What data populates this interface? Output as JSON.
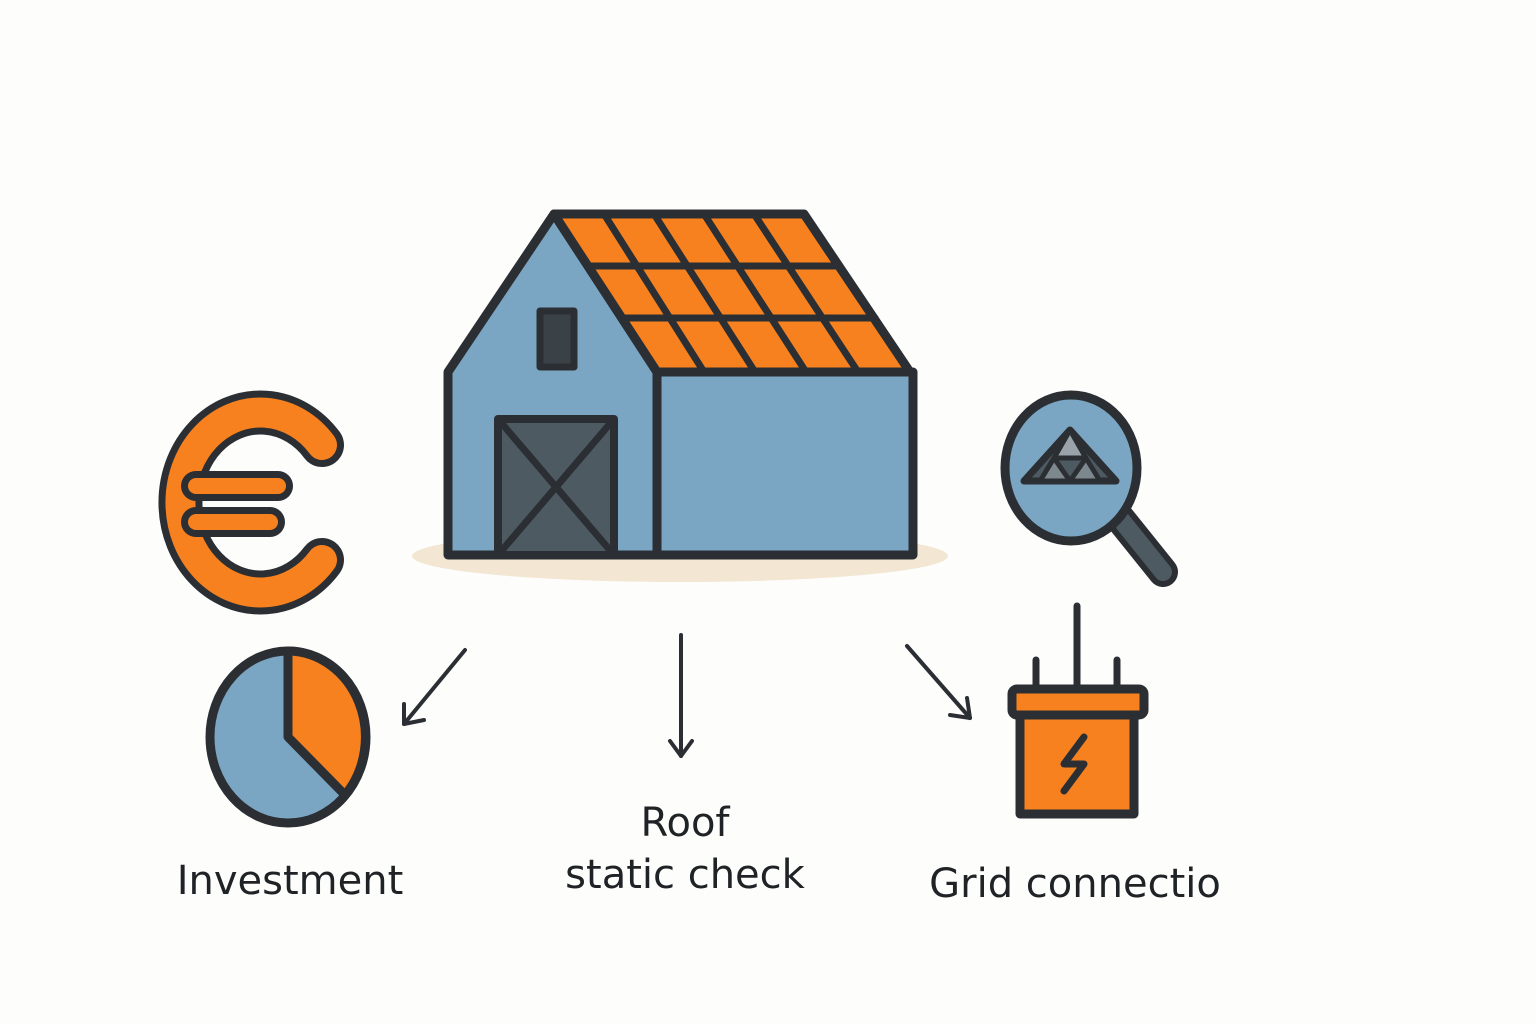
{
  "colors": {
    "outline": "#2b2f33",
    "building_blue": "#7ba6c3",
    "panel_orange": "#f7811f",
    "door_dark": "#4e5a62",
    "ground_shadow": "#f3e6d2",
    "background": "#fdfdfc"
  },
  "icons": [
    "barn-icon",
    "solar-panels-icon",
    "euro-icon",
    "magnifier-icon",
    "pie-chart-icon",
    "grid-connection-icon",
    "lightning-icon"
  ],
  "labels": {
    "investment": "Investment",
    "roof_line1": "Roof",
    "roof_line2": "static check",
    "grid": "Grid connectio"
  }
}
